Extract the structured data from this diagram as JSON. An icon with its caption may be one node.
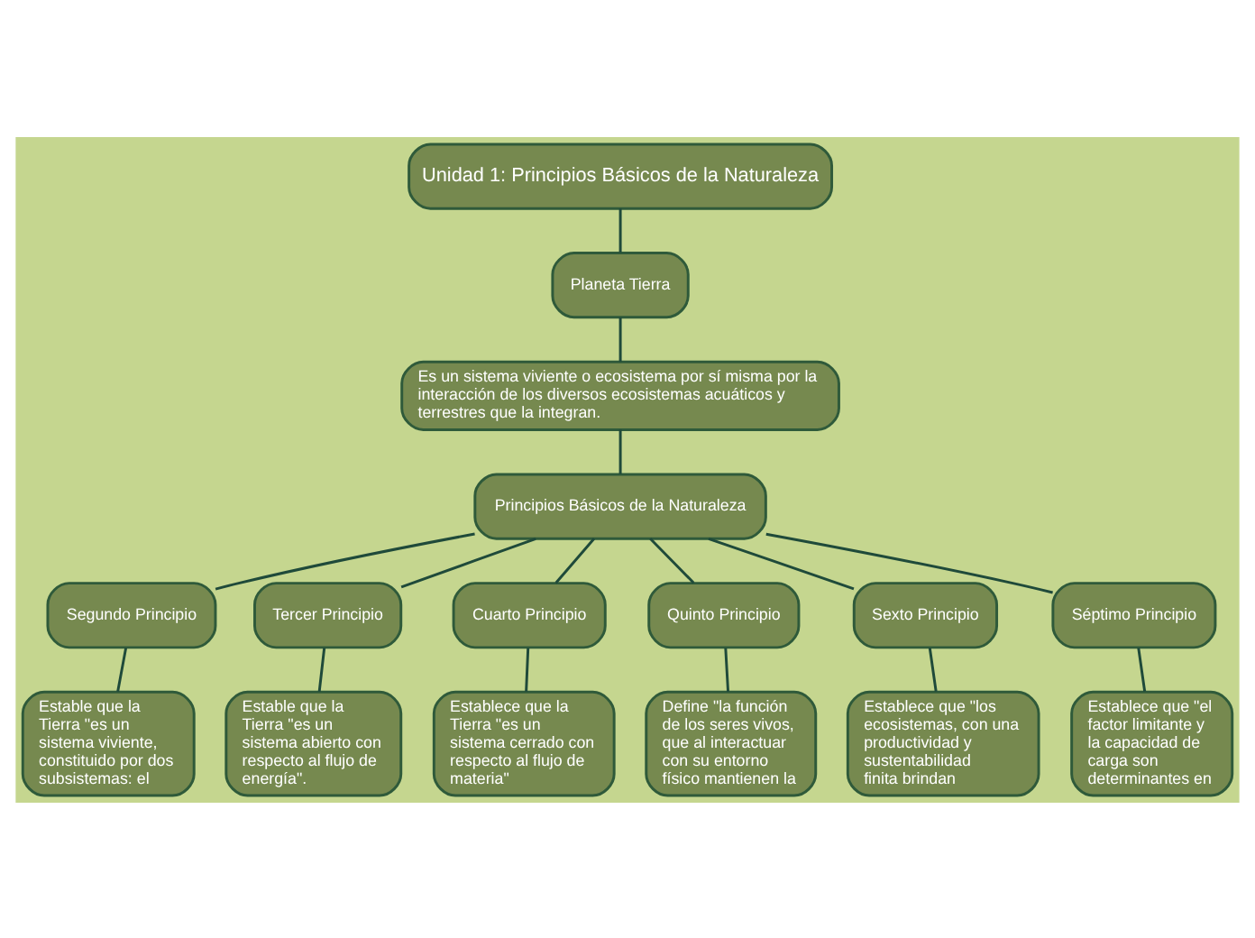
{
  "diagram": {
    "nodes": [
      {
        "text": [
          "Unidad 1: Principios Básicos de la Naturaleza"
        ]
      },
      {
        "text": [
          "Planeta Tierra"
        ]
      },
      {
        "text": [
          "Es un sistema viviente o ecosistema por sí misma por la interacción de los diversos ecosistemas acuáticos y terrestres que la integran."
        ]
      },
      {
        "text": [
          "Principios Básicos de la Naturaleza"
        ]
      },
      {
        "text": [
          "Segundo Principio"
        ]
      },
      {
        "text": [
          "Tercer Principio"
        ]
      },
      {
        "text": [
          "Cuarto Principio"
        ]
      },
      {
        "text": [
          "Quinto Principio"
        ]
      },
      {
        "text": [
          "Sexto Principio"
        ]
      },
      {
        "text": [
          "Séptimo Principio"
        ]
      },
      {
        "text": [
          "Estable que la Tierra \"es un sistema viviente, constituido por dos subsistemas: el"
        ]
      },
      {
        "text": [
          "Estable que la Tierra \"es un sistema abierto con respecto al flujo de energía\"."
        ]
      },
      {
        "text": [
          "Establece que la Tierra \"es un sistema cerrado con respecto al flujo de materia\""
        ]
      },
      {
        "text": [
          "Define \"la función de los seres vivos, que al interactuar con su entorno físico mantienen la"
        ]
      },
      {
        "text": [
          "Establece que \"los ecosistemas, con una productividad y sustentabilidad finita brindan"
        ]
      },
      {
        "text": [
          "Establece que \"el factor limitante y la capacidad de carga son determinantes en"
        ]
      }
    ],
    "edges": [
      {
        "from": 0,
        "to": 1,
        "arrow": "none"
      },
      {
        "from": 1,
        "to": 2,
        "arrow": "none"
      },
      {
        "from": 2,
        "to": 3,
        "arrow": "none"
      },
      {
        "from": 3,
        "to": 4,
        "arrow": "none"
      },
      {
        "from": 3,
        "to": 5,
        "arrow": "none"
      },
      {
        "from": 3,
        "to": 6,
        "arrow": "none"
      },
      {
        "from": 3,
        "to": 7,
        "arrow": "none"
      },
      {
        "from": 3,
        "to": 8,
        "arrow": "none"
      },
      {
        "from": 3,
        "to": 9,
        "arrow": "none"
      },
      {
        "from": 4,
        "to": 10,
        "arrow": "none"
      },
      {
        "from": 5,
        "to": 11,
        "arrow": "none"
      },
      {
        "from": 6,
        "to": 12,
        "arrow": "none"
      },
      {
        "from": 7,
        "to": 13,
        "arrow": "none"
      },
      {
        "from": 8,
        "to": 14,
        "arrow": "none"
      },
      {
        "from": 9,
        "to": 15,
        "arrow": "none"
      }
    ]
  }
}
